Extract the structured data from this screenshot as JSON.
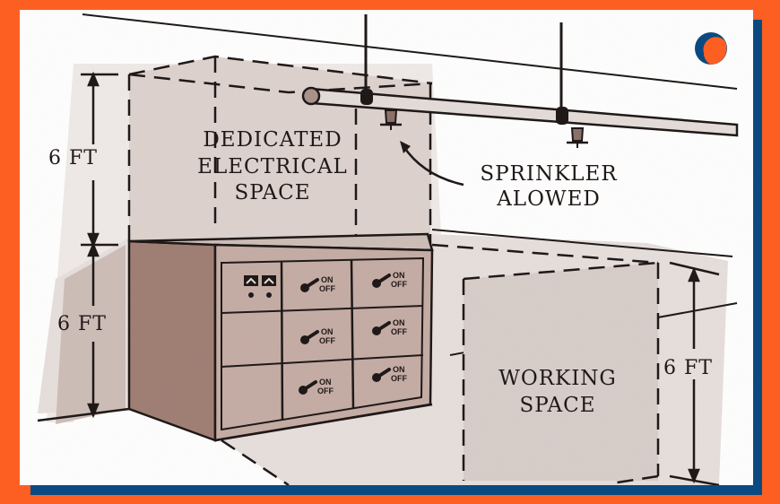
{
  "colors": {
    "background": "#fd5f22",
    "frame_shadow": "#0b4a80",
    "card": "#ffffff",
    "dedicated_space_fill": "#ddd2cd",
    "working_space_fill": "#d7cdc9",
    "panel_front": "#c4aca4",
    "panel_side": "#9e7d72",
    "ink": "#1a1414",
    "logo_primary": "#0b4a80",
    "logo_accent": "#fd5f22"
  },
  "diagram": {
    "title_labels": {
      "dedicated_space": [
        "DEDICATED",
        "ELECTRICAL",
        "SPACE"
      ],
      "sprinkler": [
        "SPRINKLER",
        "ALOWED"
      ],
      "working_space": [
        "WORKING",
        "SPACE"
      ]
    },
    "dimensions": {
      "upper_left": "6 FT",
      "lower_left": "6 FT",
      "right": "6 FT"
    },
    "panel": {
      "meter_count": 2,
      "switch_label_on": "ON",
      "switch_label_off": "OFF",
      "switch_count": 6
    },
    "sprinkler_heads": 2,
    "logo": "company-logo-icon"
  }
}
